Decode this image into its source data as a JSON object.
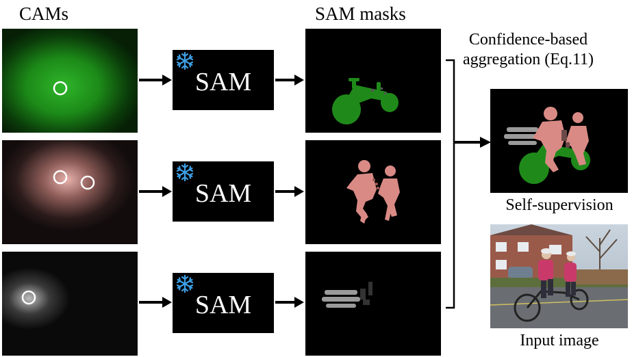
{
  "headings": {
    "cams": "CAMs",
    "sam_masks": "SAM masks"
  },
  "sam": {
    "label": "SAM",
    "icon": "snowflake-icon"
  },
  "aggregation": {
    "line1": "Confidence-based",
    "line2": "aggregation (Eq.11)"
  },
  "captions": {
    "self_supervision": "Self-supervision",
    "input_image": "Input image"
  },
  "colors": {
    "cam_green": "#23a31f",
    "cam_pink": "#e6a6a0",
    "cam_white": "#e8e8e8",
    "mask_green": "#1f8a1a",
    "mask_pink": "#d98a85",
    "mask_gray": "#9a9a9a",
    "snowflake": "#3da0e6"
  }
}
